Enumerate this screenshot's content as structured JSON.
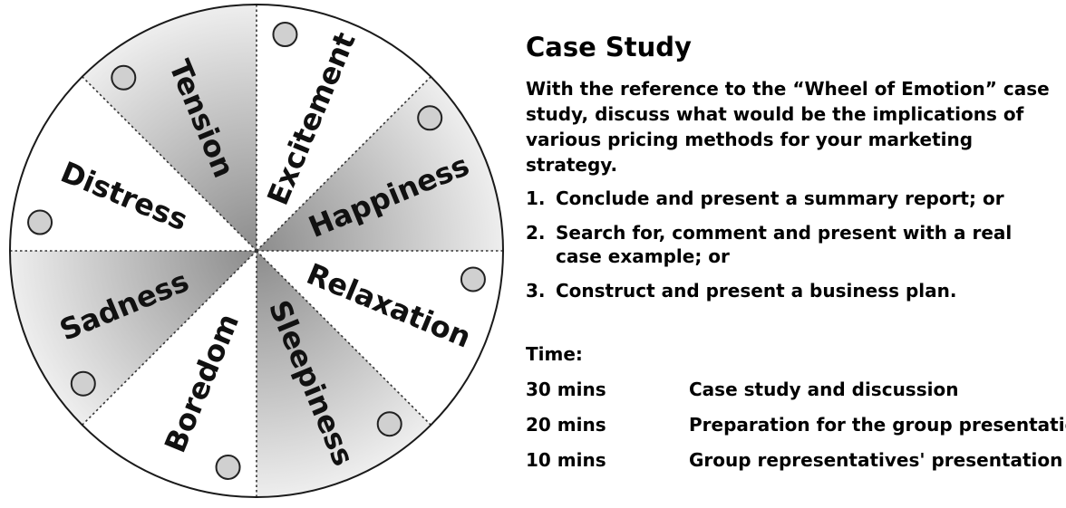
{
  "wheel": {
    "sectors": [
      {
        "label": "Excitement",
        "shaded": false
      },
      {
        "label": "Happiness",
        "shaded": true
      },
      {
        "label": "Relaxation",
        "shaded": false
      },
      {
        "label": "Sleepiness",
        "shaded": true
      },
      {
        "label": "Boredom",
        "shaded": false
      },
      {
        "label": "Sadness",
        "shaded": true
      },
      {
        "label": "Distress",
        "shaded": false
      },
      {
        "label": "Tension",
        "shaded": true
      }
    ],
    "colors": {
      "shade_dark": "#8c8c8c",
      "shade_light": "#eeeeee",
      "circle_fill": "#d0d0d0",
      "outline": "#1a1a1a"
    }
  },
  "case_study": {
    "title": "Case Study",
    "intro": "With the reference to the “Wheel of Emotion” case study, discuss what would be the implications of various pricing methods for your marketing strategy.",
    "tasks": [
      {
        "number": "1.",
        "text": "Conclude and present a summary report; or"
      },
      {
        "number": "2.",
        "text": "Search for, comment and present with a real case example; or"
      },
      {
        "number": "3.",
        "text": "Construct and present a business plan."
      }
    ],
    "time_label": "Time:",
    "schedule": [
      {
        "duration": "30 mins",
        "activity": "Case study and discussion"
      },
      {
        "duration": "20 mins",
        "activity": "Preparation for the group presentation"
      },
      {
        "duration": "10 mins",
        "activity": "Group representatives' presentation"
      }
    ]
  }
}
